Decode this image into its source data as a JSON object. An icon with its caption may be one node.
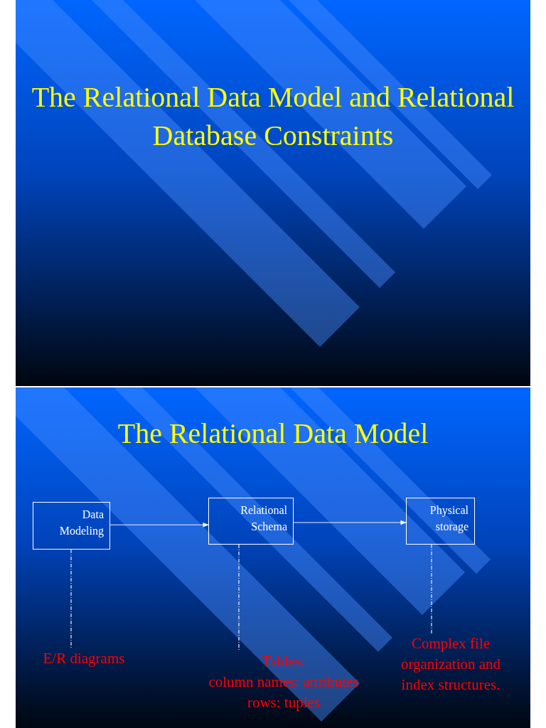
{
  "diagram": {
    "title": "The Relational Data Model and Relational Database Constraints",
    "nodes": [
      {
        "text": [
          "Data Modeling"
        ]
      },
      {
        "text": [
          "Relational Schema"
        ]
      },
      {
        "text": [
          "Physical storage"
        ]
      },
      {
        "text": [
          "E/R diagrams"
        ]
      },
      {
        "text": [
          "Tables:",
          "column names: attributes",
          "rows: tuples"
        ]
      },
      {
        "text": [
          "Complex file organization and index structures."
        ]
      }
    ],
    "edges": [
      {
        "from": 0,
        "to": 1,
        "arrow": "to"
      },
      {
        "from": 1,
        "to": 2,
        "arrow": "to"
      },
      {
        "from": 0,
        "to": 3,
        "arrow": "none",
        "style": "dashed"
      },
      {
        "from": 1,
        "to": 4,
        "arrow": "none",
        "style": "dashed"
      },
      {
        "from": 2,
        "to": 5,
        "arrow": "none",
        "style": "dashed"
      }
    ],
    "labels": [
      "The Relational Data Model"
    ]
  }
}
